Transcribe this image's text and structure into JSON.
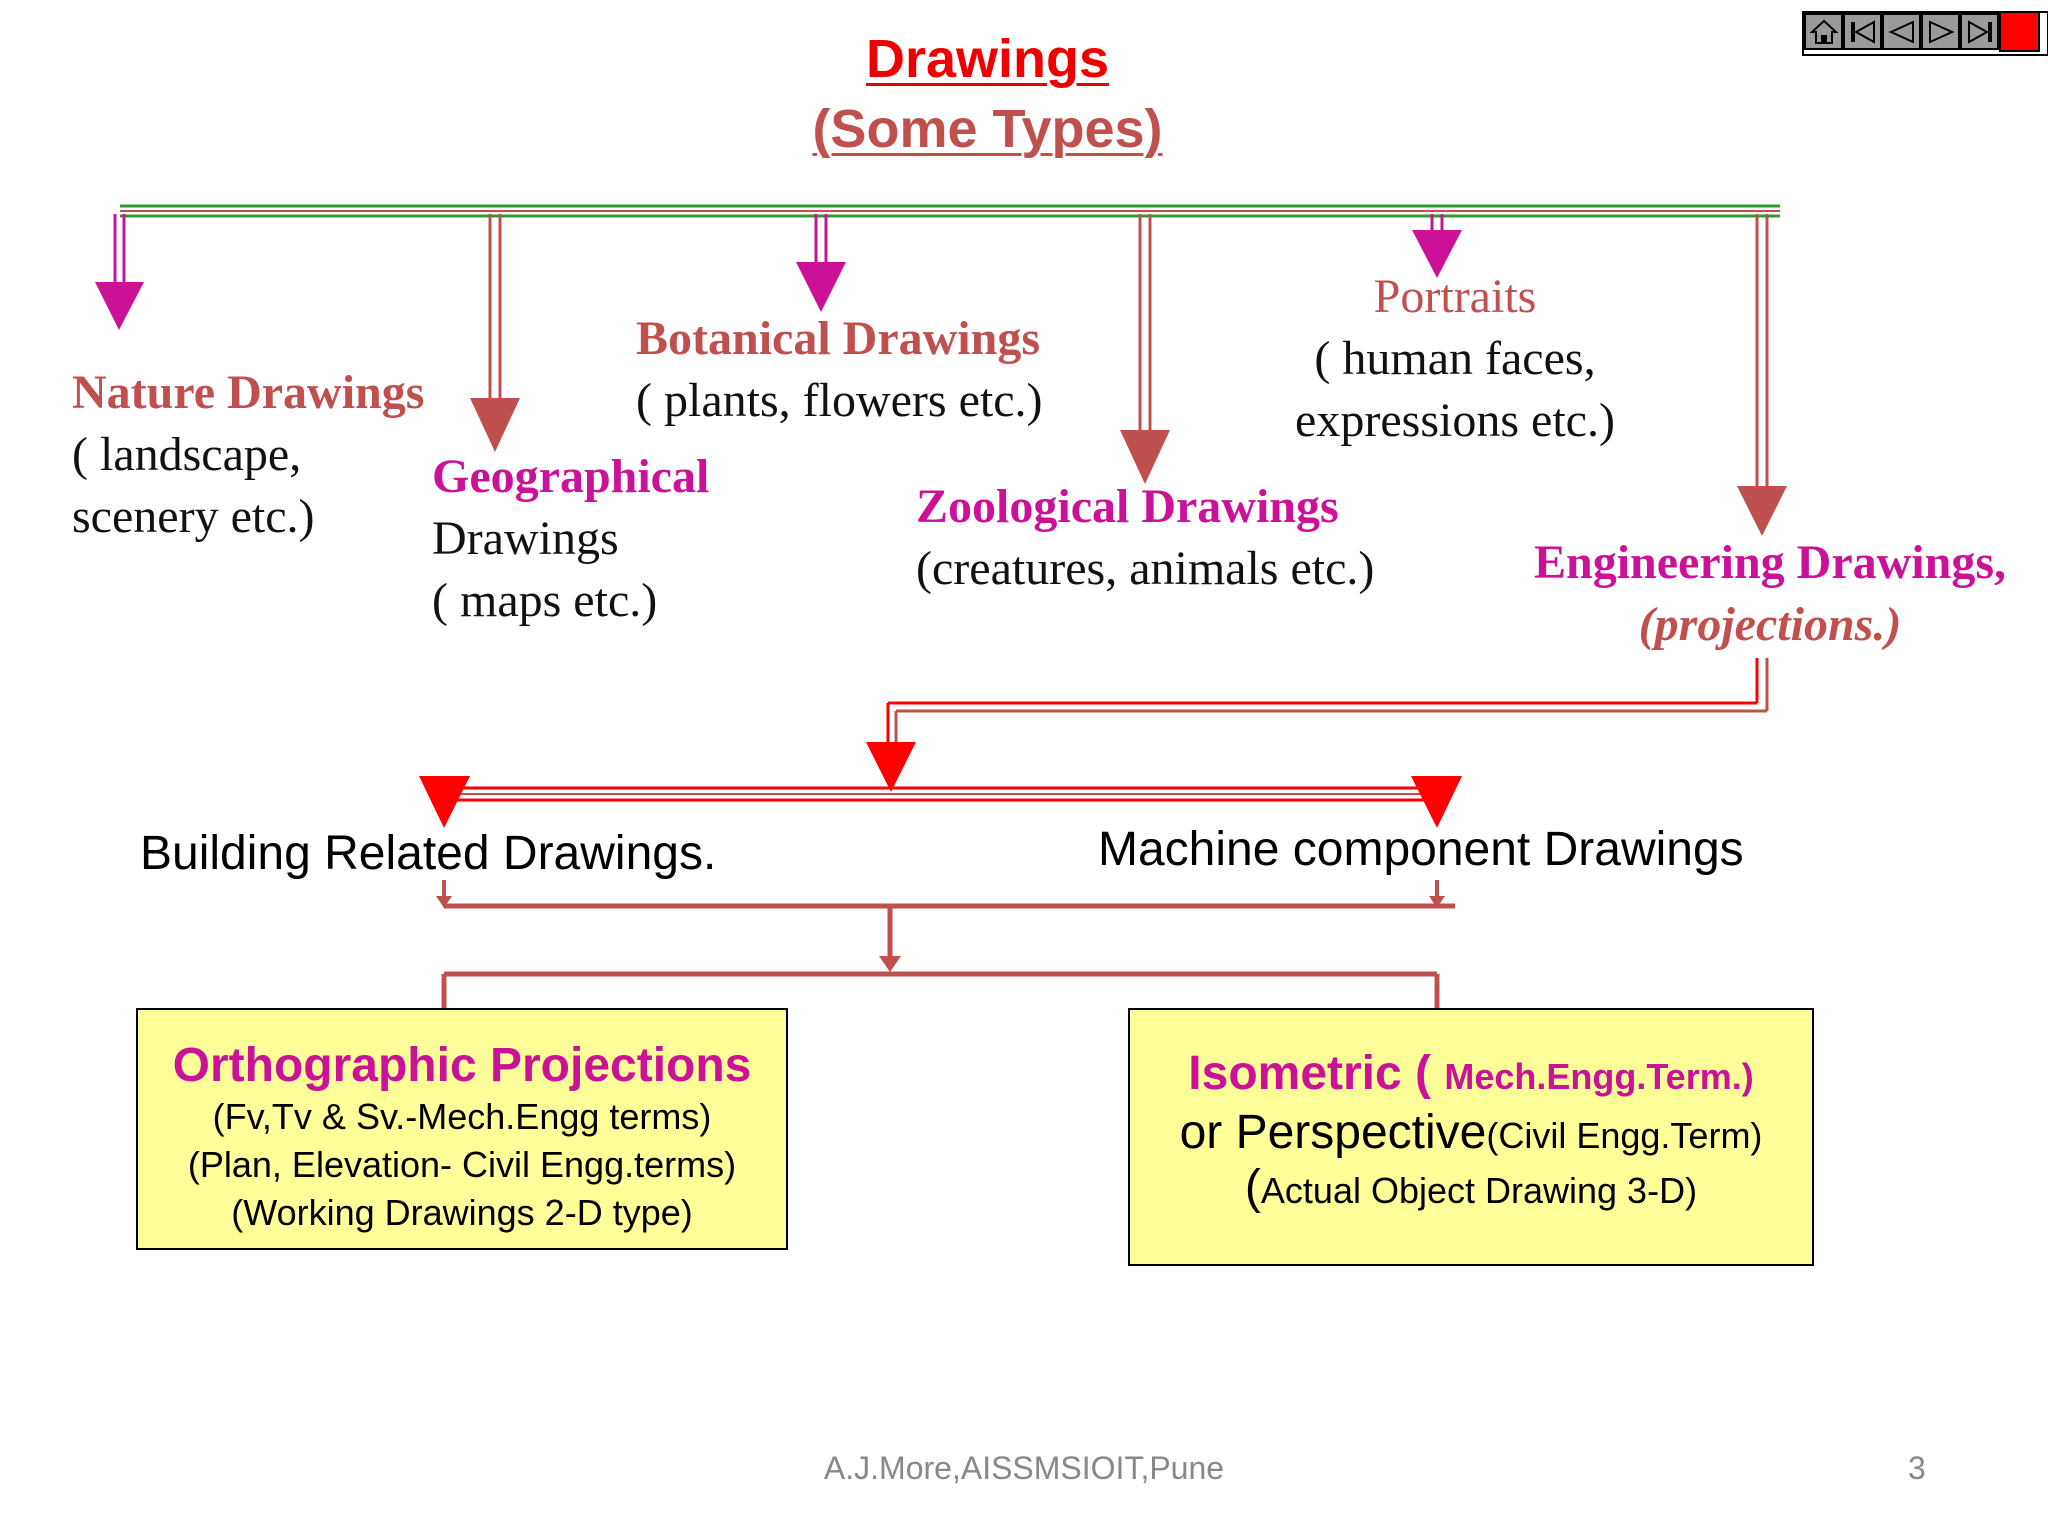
{
  "title": {
    "line1": "Drawings",
    "line2": "(Some Types)"
  },
  "categories": [
    {
      "head": "Nature Drawings",
      "desc": [
        "( landscape,",
        "scenery etc.)"
      ]
    },
    {
      "head": "Geographical",
      "desc": [
        "Drawings",
        "( maps etc.)"
      ]
    },
    {
      "head": "Botanical Drawings",
      "desc": [
        "( plants, flowers etc.)"
      ]
    },
    {
      "head": "Zoological Drawings",
      "desc": [
        "(creatures, animals etc.)"
      ]
    },
    {
      "head": "Portraits",
      "desc": [
        "( human faces,",
        "expressions etc.)"
      ]
    },
    {
      "head": "Engineering Drawings,",
      "desc": [
        "(projections.)"
      ]
    }
  ],
  "engineering_types": {
    "left": "Building Related Drawings.",
    "right": "Machine component Drawings"
  },
  "boxes": {
    "orthographic": {
      "head": "Orthographic Projections",
      "lines": [
        "(Fv,Tv & Sv.-Mech.Engg terms)",
        "(Plan, Elevation- Civil Engg.terms)",
        "(Working Drawings 2-D type)"
      ]
    },
    "isometric": {
      "head": "Isometric ( ",
      "head_small": "Mech.Engg.Term.)",
      "line2_big": "or Perspective",
      "line2_small": "(Civil Engg.Term)",
      "line3_paren": "(",
      "line3_text": "Actual Object Drawing  3-D)"
    }
  },
  "footer": {
    "author": "A.J.More,AISSMSIOIT,Pune",
    "page": "3"
  },
  "nav": {
    "buttons": [
      "home-icon",
      "first-slide-icon",
      "previous-slide-icon",
      "next-slide-icon",
      "last-slide-icon",
      "end-show-icon"
    ]
  },
  "colors": {
    "magenta": "#cc1199",
    "rose": "#c0504d",
    "red": "#ff0000",
    "green": "#339933",
    "box_fill": "#ffff99"
  }
}
